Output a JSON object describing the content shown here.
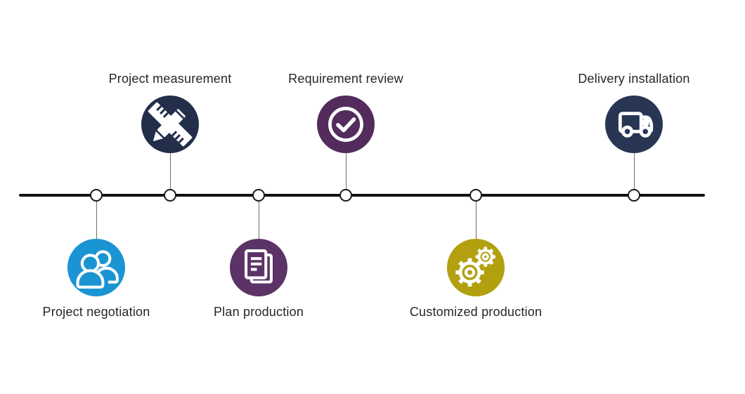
{
  "timeline": {
    "line_color": "#111111",
    "node_fill": "#ffffff",
    "node_border_color": "#1a1a1a",
    "connector_color": "#6e6e6e",
    "label_color": "#262626",
    "steps": [
      {
        "label": "Project negotiation",
        "icon": "people-icon",
        "color": "#1a94d3",
        "position": "below"
      },
      {
        "label": "Project measurement",
        "icon": "ruler-pencil-icon",
        "color": "#222e4a",
        "position": "above"
      },
      {
        "label": "Plan production",
        "icon": "document-icon",
        "color": "#5c3366",
        "position": "below"
      },
      {
        "label": "Requirement review",
        "icon": "check-icon",
        "color": "#532b5c",
        "position": "above"
      },
      {
        "label": "Customized production",
        "icon": "gears-icon",
        "color": "#b2a00e",
        "position": "below"
      },
      {
        "label": "Delivery installation",
        "icon": "truck-icon",
        "color": "#283553",
        "position": "above"
      }
    ]
  }
}
